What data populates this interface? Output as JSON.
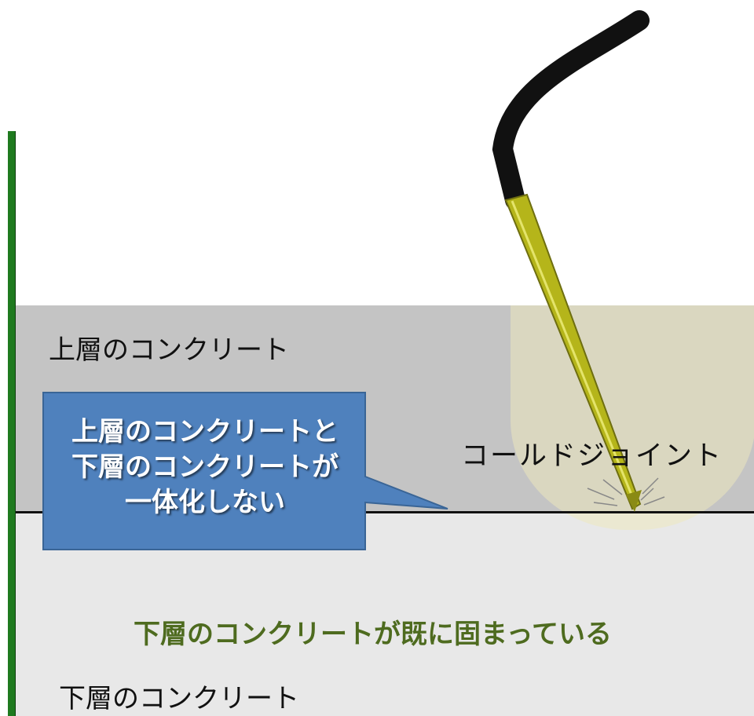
{
  "labels": {
    "upper_layer": "上層のコンクリート",
    "lower_layer": "下層のコンクリート",
    "cold_joint": "コールドジョイント",
    "lower_hardened": "下層のコンクリートが既に固まっている"
  },
  "callout": {
    "lines": [
      "上層のコンクリートと",
      "下層のコンクリートが",
      "一体化しない"
    ]
  },
  "colors": {
    "upper_concrete": "#c4c4c4",
    "lower_concrete": "#e8e8e8",
    "formwork": "#1f7a1f",
    "callout_fill": "#4f81bd",
    "vibrator_rod": "#b5b51a",
    "vibrator_hose": "#111111",
    "hardened_text": "#4e6b1f"
  },
  "icons": [
    "concrete-vibrator-icon",
    "impact-spark-icon"
  ]
}
